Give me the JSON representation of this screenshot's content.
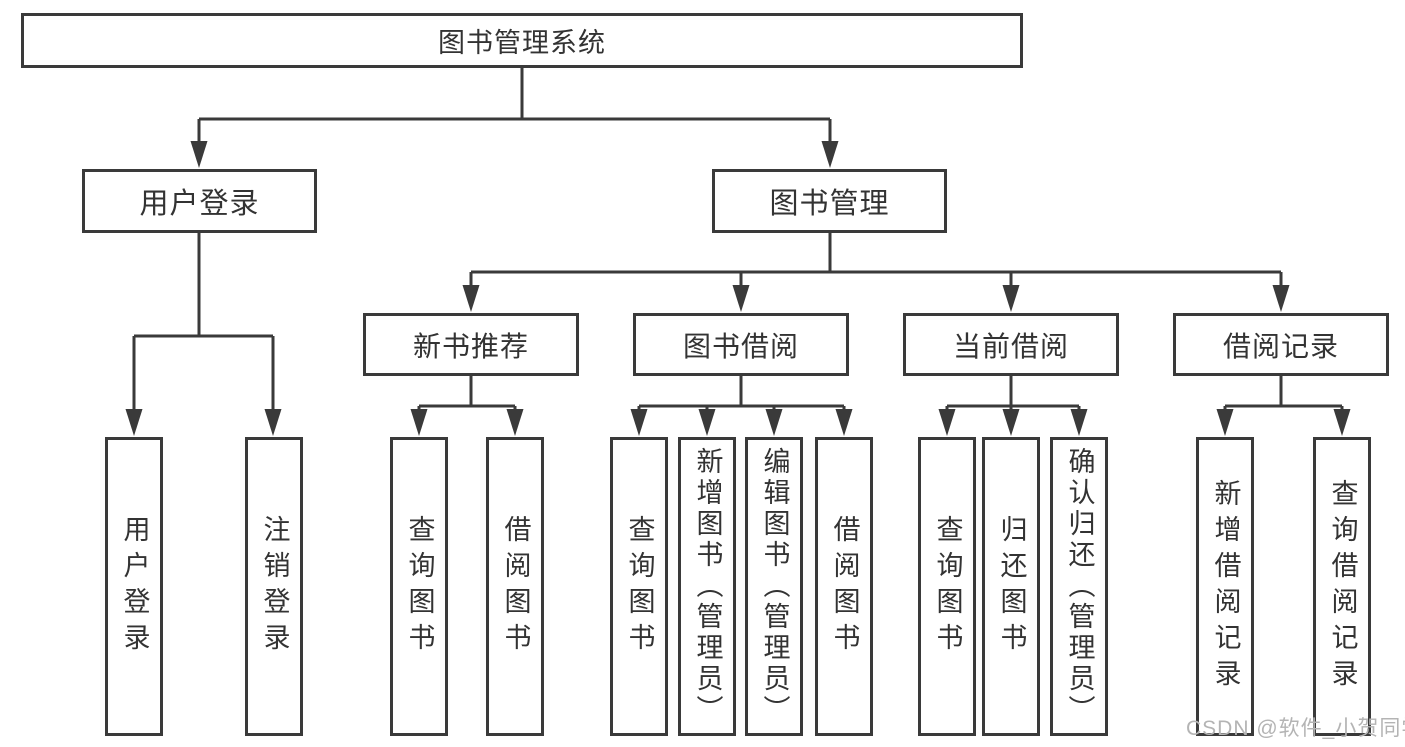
{
  "colors": {
    "line": "#3a3a3a",
    "text": "#333333",
    "background": "#ffffff",
    "watermark": "#b4b4b4"
  },
  "diagram": {
    "type": "hierarchy-tree",
    "root": {
      "label": "图书管理系统"
    },
    "level2": [
      {
        "label": "用户登录"
      },
      {
        "label": "图书管理"
      }
    ],
    "level3": [
      {
        "label": "新书推荐",
        "parent": "图书管理"
      },
      {
        "label": "图书借阅",
        "parent": "图书管理"
      },
      {
        "label": "当前借阅",
        "parent": "图书管理"
      },
      {
        "label": "借阅记录",
        "parent": "图书管理"
      }
    ],
    "leaves": [
      {
        "label": "用户登录",
        "parent": "用户登录"
      },
      {
        "label": "注销登录",
        "parent": "用户登录"
      },
      {
        "label": "查询图书",
        "parent": "新书推荐"
      },
      {
        "label": "借阅图书",
        "parent": "新书推荐"
      },
      {
        "label": "查询图书",
        "parent": "图书借阅"
      },
      {
        "label": "新增图书（管理员）",
        "parent": "图书借阅"
      },
      {
        "label": "编辑图书（管理员）",
        "parent": "图书借阅"
      },
      {
        "label": "借阅图书",
        "parent": "图书借阅"
      },
      {
        "label": "查询图书",
        "parent": "当前借阅"
      },
      {
        "label": "归还图书",
        "parent": "当前借阅"
      },
      {
        "label": "确认归还（管理员）",
        "parent": "当前借阅"
      },
      {
        "label": "新增借阅记录",
        "parent": "借阅记录"
      },
      {
        "label": "查询借阅记录",
        "parent": "借阅记录"
      }
    ]
  },
  "watermark": {
    "text": "CSDN @软件_小贺同学"
  }
}
